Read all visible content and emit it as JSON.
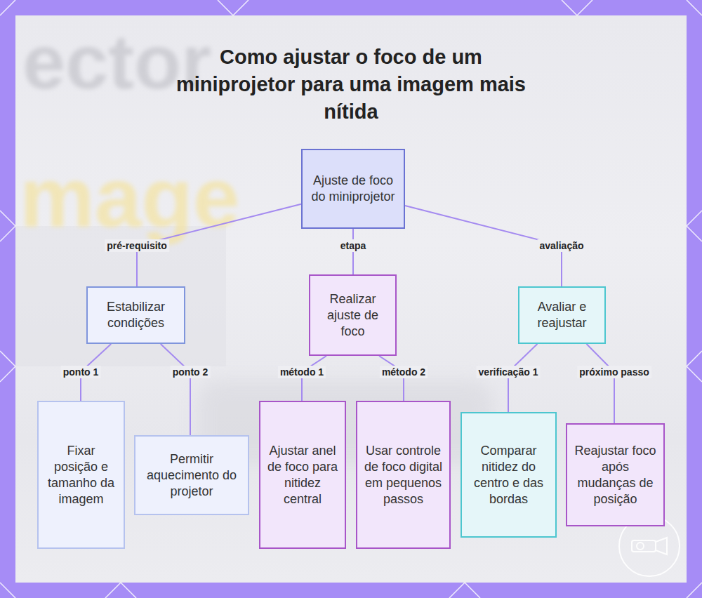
{
  "diagram": {
    "title": "Como ajustar o foco de um miniprojetor para uma imagem mais nítida",
    "nodes": [
      {
        "text": [
          "Ajuste de foco do miniprojetor"
        ]
      },
      {
        "text": [
          "Estabilizar condições"
        ]
      },
      {
        "text": [
          "Realizar ajuste de foco"
        ]
      },
      {
        "text": [
          "Avaliar e reajustar"
        ]
      },
      {
        "text": [
          "Fixar posição e tamanho da imagem"
        ]
      },
      {
        "text": [
          "Permitir aquecimento do projetor"
        ]
      },
      {
        "text": [
          "Ajustar anel de foco para nitidez central"
        ]
      },
      {
        "text": [
          "Usar controle de foco digital em pequenos passos"
        ]
      },
      {
        "text": [
          "Comparar nitidez do centro e das bordas"
        ]
      },
      {
        "text": [
          "Reajustar foco após mudanças de posição"
        ]
      }
    ],
    "edges": [
      {
        "from": 0,
        "to": 1,
        "label": "pré-requisito",
        "arrow": "none"
      },
      {
        "from": 0,
        "to": 2,
        "label": "etapa",
        "arrow": "none"
      },
      {
        "from": 0,
        "to": 3,
        "label": "avaliação",
        "arrow": "none"
      },
      {
        "from": 1,
        "to": 4,
        "label": "ponto 1",
        "arrow": "none"
      },
      {
        "from": 1,
        "to": 5,
        "label": "ponto 2",
        "arrow": "none"
      },
      {
        "from": 2,
        "to": 6,
        "label": "método 1",
        "arrow": "none"
      },
      {
        "from": 2,
        "to": 7,
        "label": "método 2",
        "arrow": "none"
      },
      {
        "from": 3,
        "to": 8,
        "label": "verificação 1",
        "arrow": "none"
      },
      {
        "from": 3,
        "to": 9,
        "label": "próximo passo",
        "arrow": "none"
      }
    ],
    "labels": [
      "ector",
      "mage"
    ]
  }
}
